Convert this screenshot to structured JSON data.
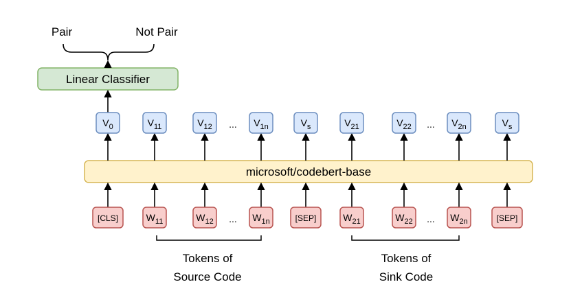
{
  "output_labels": {
    "pair": "Pair",
    "not_pair": "Not Pair"
  },
  "classifier": {
    "label": "Linear Classifier",
    "fill": "#d5e8d4",
    "stroke": "#82b366"
  },
  "encoder": {
    "label": "microsoft/codebert-base",
    "fill": "#fff2cc",
    "stroke": "#d6b656"
  },
  "output_vectors": {
    "fill": "#dae8fc",
    "stroke": "#6c8ebf",
    "items": [
      {
        "base": "V",
        "sub": "0"
      },
      {
        "base": "V",
        "sub": "11"
      },
      {
        "base": "V",
        "sub": "12"
      },
      {
        "base": "V",
        "sub": "1n"
      },
      {
        "base": "V",
        "sub": "s"
      },
      {
        "base": "V",
        "sub": "21"
      },
      {
        "base": "V",
        "sub": "22"
      },
      {
        "base": "V",
        "sub": "2n"
      },
      {
        "base": "V",
        "sub": "s"
      }
    ]
  },
  "input_tokens": {
    "fill": "#f8cecc",
    "stroke": "#b85450",
    "items": [
      {
        "base": "[CLS]",
        "sub": ""
      },
      {
        "base": "W",
        "sub": "11"
      },
      {
        "base": "W",
        "sub": "12"
      },
      {
        "base": "W",
        "sub": "1n"
      },
      {
        "base": "[SEP]",
        "sub": ""
      },
      {
        "base": "W",
        "sub": "21"
      },
      {
        "base": "W",
        "sub": "22"
      },
      {
        "base": "W",
        "sub": "2n"
      },
      {
        "base": "[SEP]",
        "sub": ""
      }
    ]
  },
  "ellipsis": "...",
  "groups": [
    {
      "line1": "Tokens of",
      "line2": "Source Code"
    },
    {
      "line1": "Tokens of",
      "line2": "Sink Code"
    }
  ]
}
